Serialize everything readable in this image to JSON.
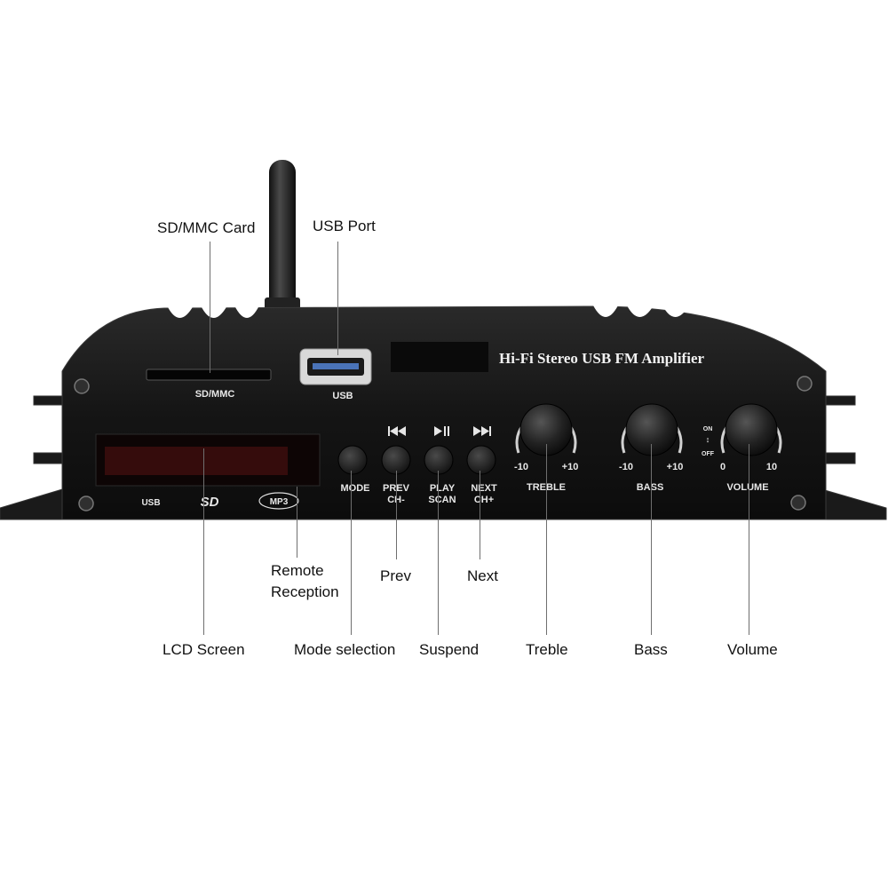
{
  "device": {
    "brand_title": "Hi-Fi Stereo USB FM Amplifier",
    "panel_labels": {
      "sd_slot": "SD/MMC",
      "usb": "USB",
      "mode": "MODE",
      "prev_1": "PREV",
      "prev_2": "CH-",
      "play_1": "PLAY",
      "play_2": "SCAN",
      "next_1": "NEXT",
      "next_2": "CH+",
      "treble": "TREBLE",
      "bass": "BASS",
      "volume": "VOLUME",
      "treble_min": "-10",
      "treble_max": "+10",
      "bass_min": "-10",
      "bass_max": "+10",
      "volume_min": "0",
      "volume_max": "10",
      "power_on": "ON",
      "power_off": "OFF",
      "logo_usb": "USB",
      "logo_sd": "SD",
      "logo_mp3": "MP3"
    }
  },
  "callouts": {
    "sd_card": "SD/MMC Card",
    "usb_port": "USB Port",
    "remote_1": "Remote",
    "remote_2": "Reception",
    "prev": "Prev",
    "next": "Next",
    "lcd": "LCD Screen",
    "mode": "Mode selection",
    "suspend": "Suspend",
    "treble": "Treble",
    "bass": "Bass",
    "volume": "Volume"
  },
  "colors": {
    "body": "#1c1c1c",
    "panel": "#111111",
    "display": "#8a1f1f",
    "leader": "#6f6f6f"
  }
}
